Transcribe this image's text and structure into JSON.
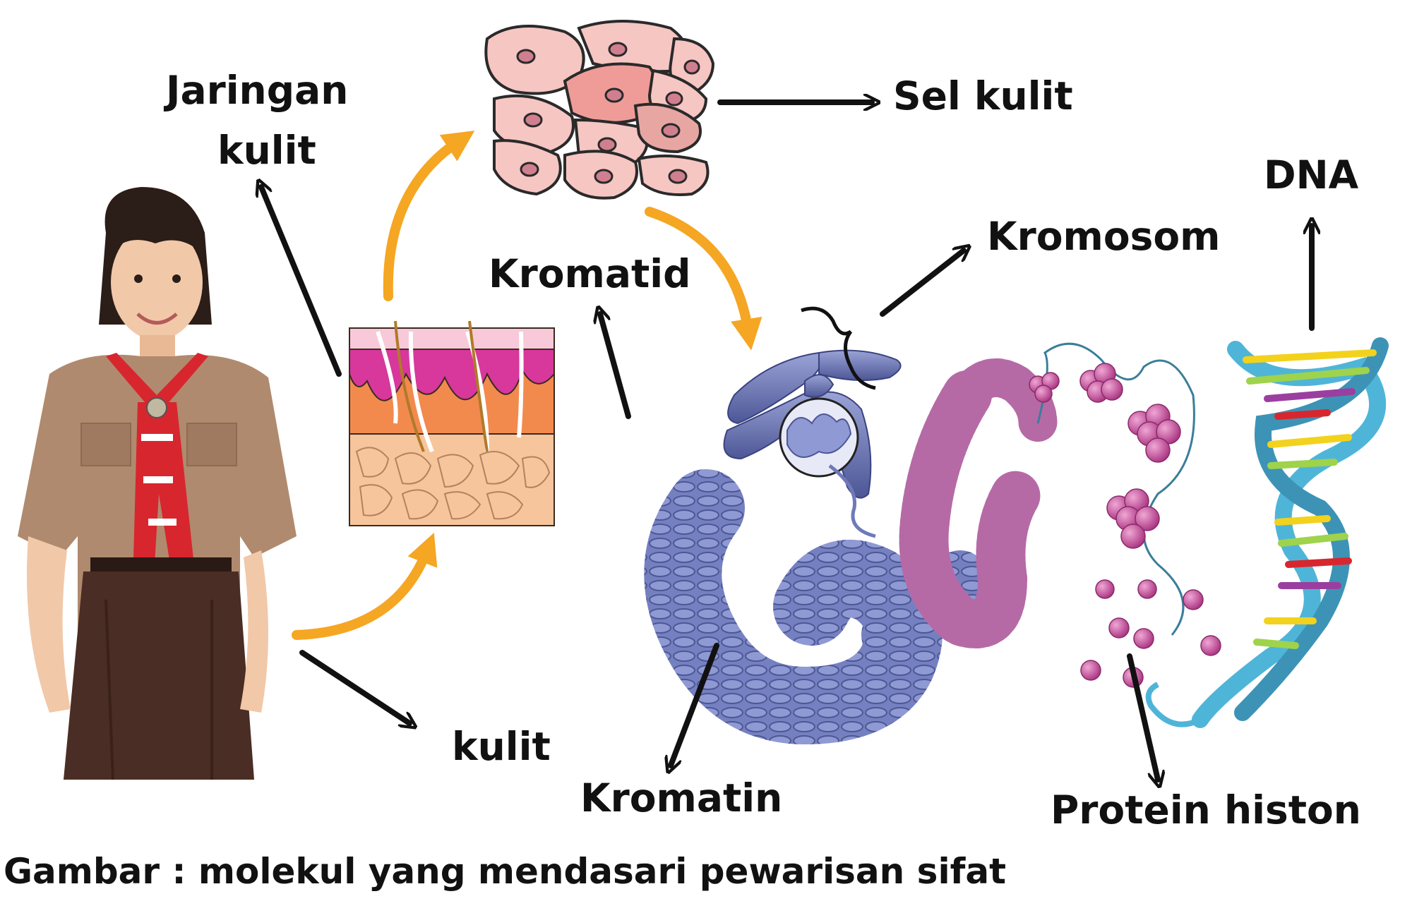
{
  "labels": {
    "jaringan_kulit_1": "Jaringan",
    "jaringan_kulit_2": "kulit",
    "sel_kulit": "Sel kulit",
    "dna": "DNA",
    "kromosom": "Kromosom",
    "kromatid": "Kromatid",
    "kulit": "kulit",
    "kromatin": "Kromatin",
    "protein_histon": "Protein histon"
  },
  "caption": "Gambar : molekul yang mendasari pewarisan sifat",
  "colors": {
    "arrow": "#111111",
    "flow_arrow": "#f5a623",
    "cell_fill": "#f6c6c2",
    "cell_dark": "#e8a6a2",
    "cell_stroke": "#2a2a2a",
    "nucleus": "#cf7f8e",
    "skin_pink": "#d8379b",
    "skin_orange": "#f28a4e",
    "skin_fat": "#f7c59c",
    "chromosome": "#6e7ab8",
    "chromatin_fiber": "#b56aa6",
    "histone": "#c8579f",
    "dna_blue": "#4fb5d8",
    "uniform_khaki": "#b08a6e",
    "scarf_red": "#d8262e",
    "skirt_brown": "#4a2d24"
  }
}
